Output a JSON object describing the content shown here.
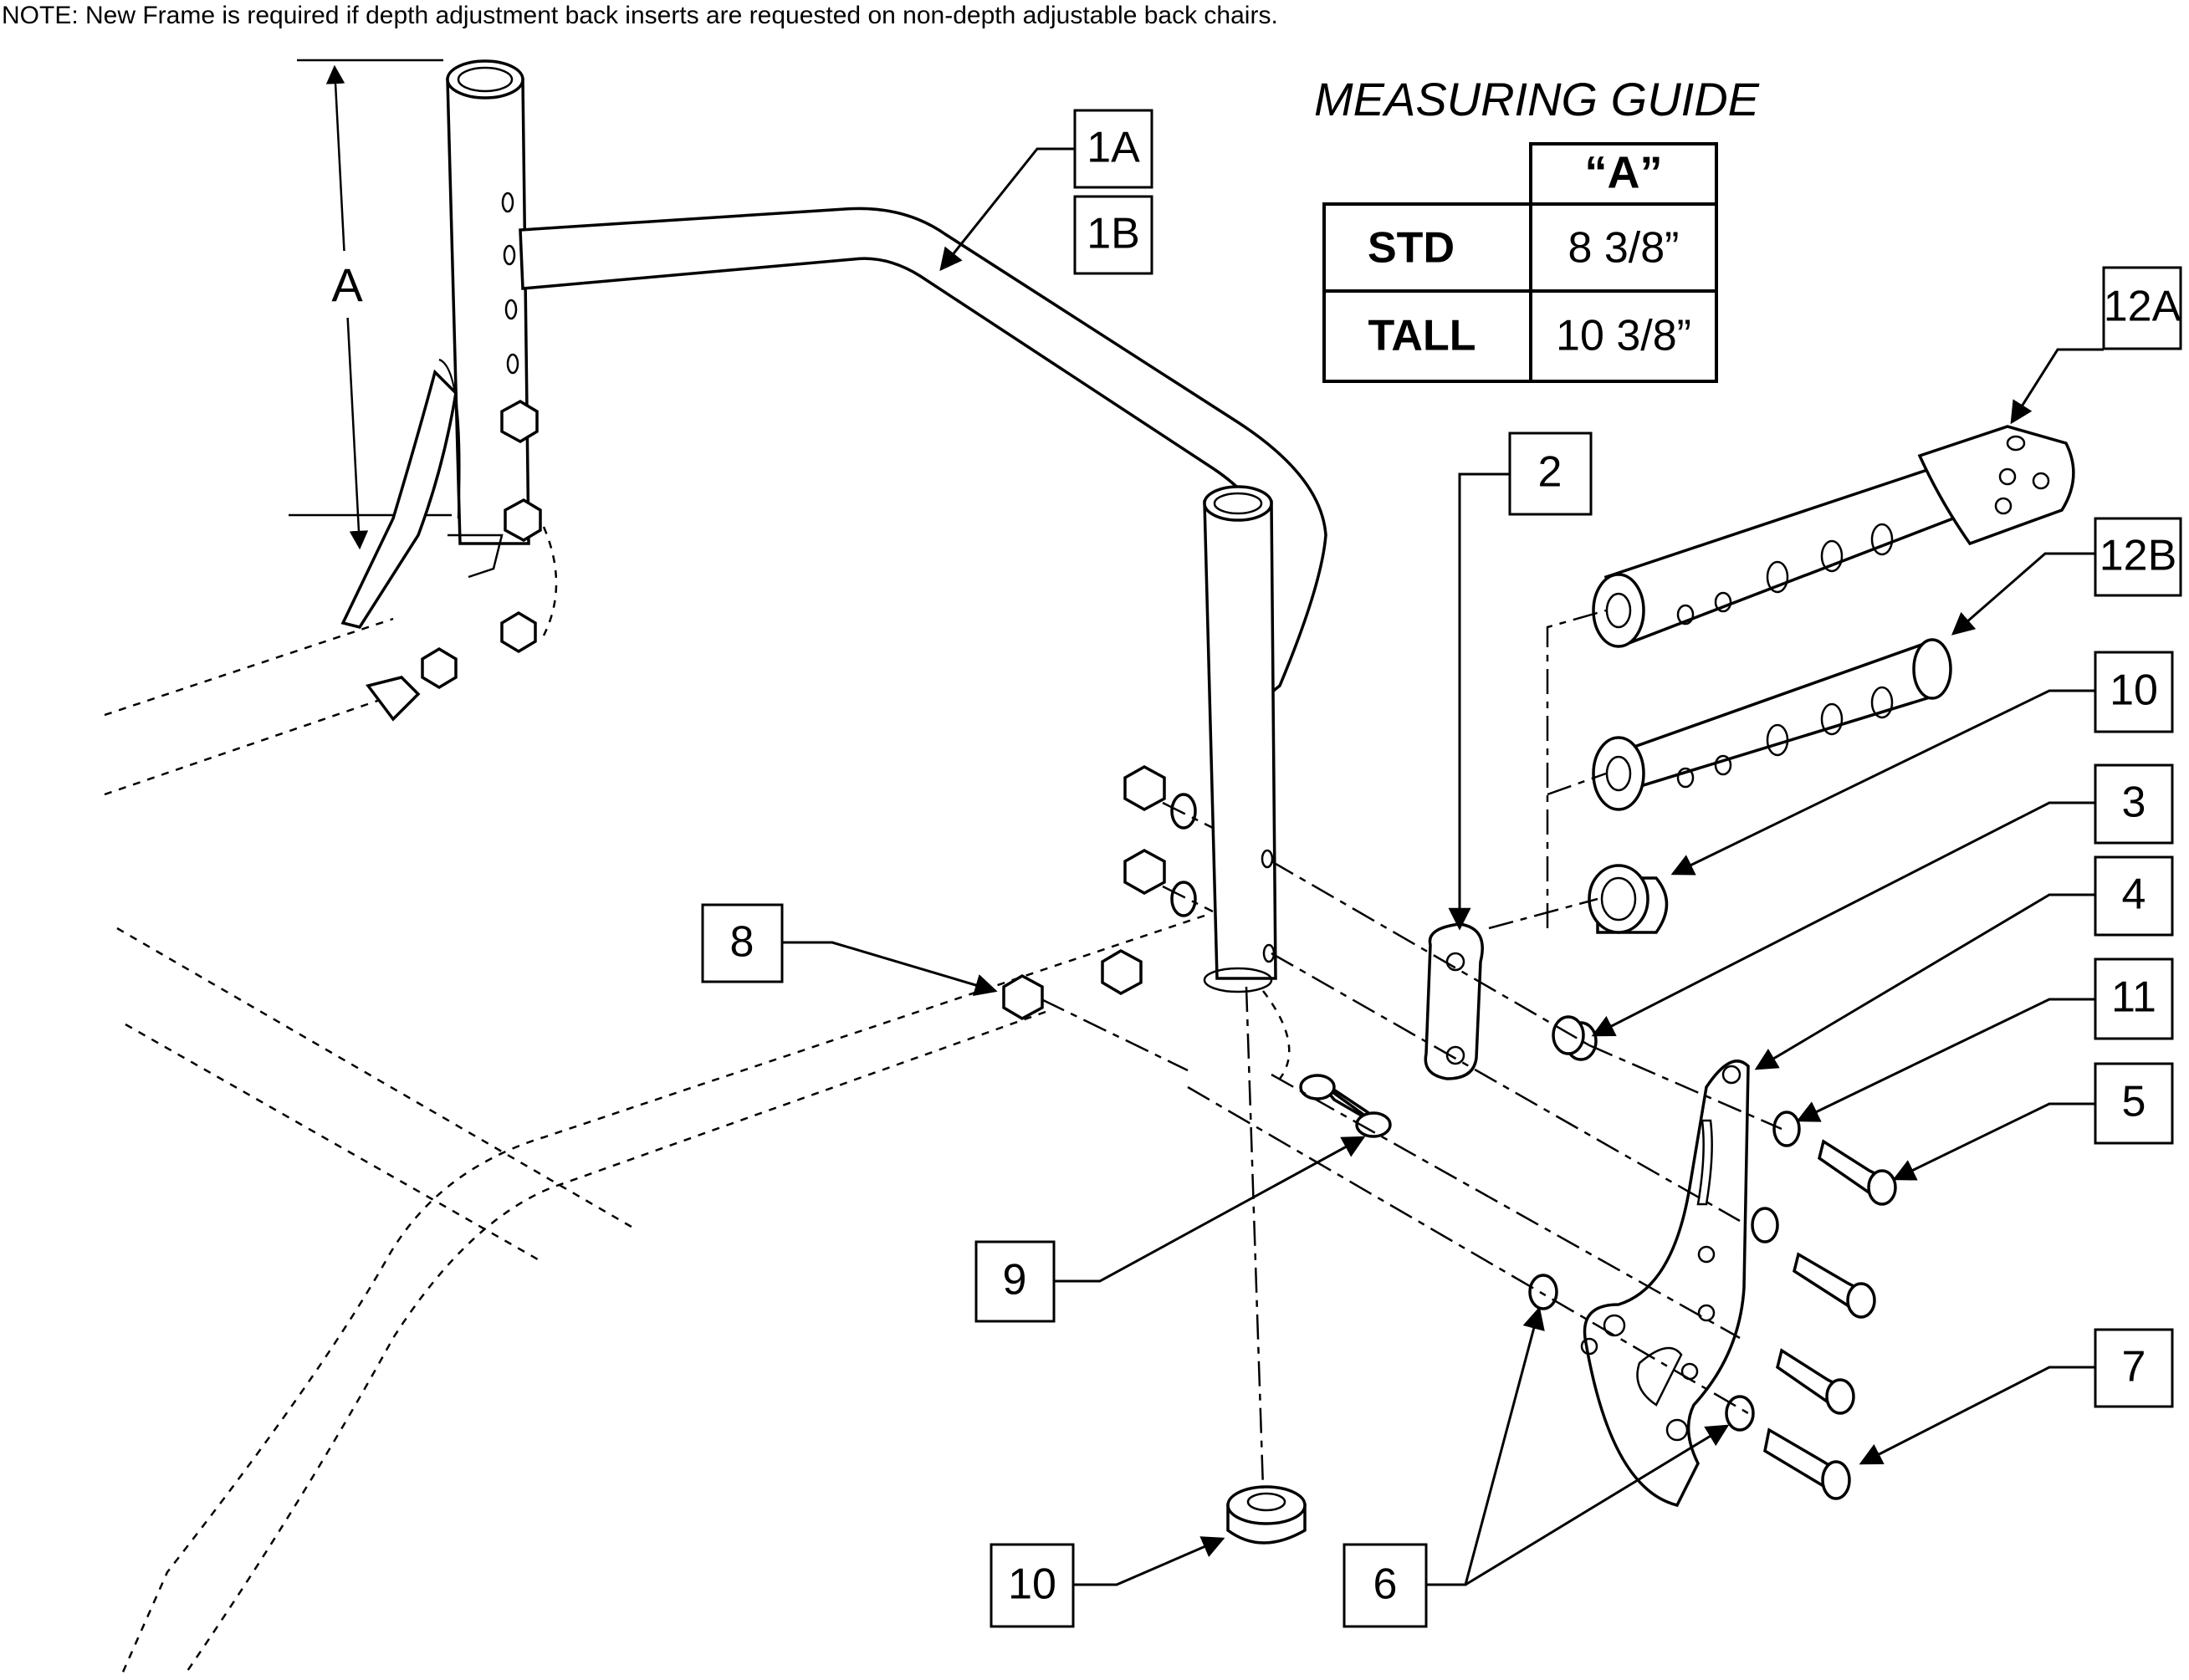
{
  "note": "NOTE: New Frame is required if depth adjustment back inserts are requested on non-depth adjustable back chairs.",
  "dimension_label": "A",
  "guide": {
    "title": "MEASURING GUIDE",
    "column_header": "“A”",
    "rows": [
      {
        "label": "STD",
        "value": "8 3/8”"
      },
      {
        "label": "TALL",
        "value": "10 3/8”"
      }
    ]
  },
  "callouts": {
    "c1a": "1A",
    "c1b": "1B",
    "c2": "2",
    "c3": "3",
    "c4": "4",
    "c5": "5",
    "c6": "6",
    "c7": "7",
    "c8": "8",
    "c9": "9",
    "c10_top": "10",
    "c10_bottom": "10",
    "c11": "11",
    "c12a": "12A",
    "c12b": "12B"
  }
}
